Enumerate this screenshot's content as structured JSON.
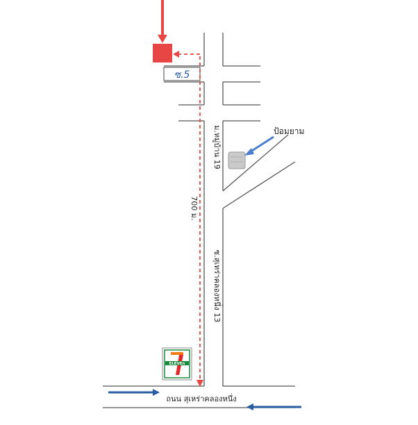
{
  "labels": {
    "soi_5": "ซ.5",
    "guard_post": "ป้อมยาม",
    "side_street": "ม.หมู่บ้าน 19",
    "distance": "700 ม.",
    "main_soi": "ซ.สุเหร่าคลองหนึ่ง 13",
    "main_road": "ถนน สุเหร่าคลองหนึ่ง",
    "store_logo_text": "ELEVEn"
  },
  "colors": {
    "road_line": "#555555",
    "destination_marker": "#e84545",
    "route_dashed": "#e84545",
    "guard_arrow": "#4a7fd0",
    "traffic_arrow": "#2a5d9f",
    "guard_post_fill": "#c9c9c9",
    "soi_label_text": "#2b54a6",
    "logo_green": "#1a8a3c",
    "logo_orange": "#f07a1a",
    "logo_red": "#e3262a"
  },
  "icons": [
    "destination-marker",
    "guard-post-icon",
    "seven-eleven-logo"
  ]
}
